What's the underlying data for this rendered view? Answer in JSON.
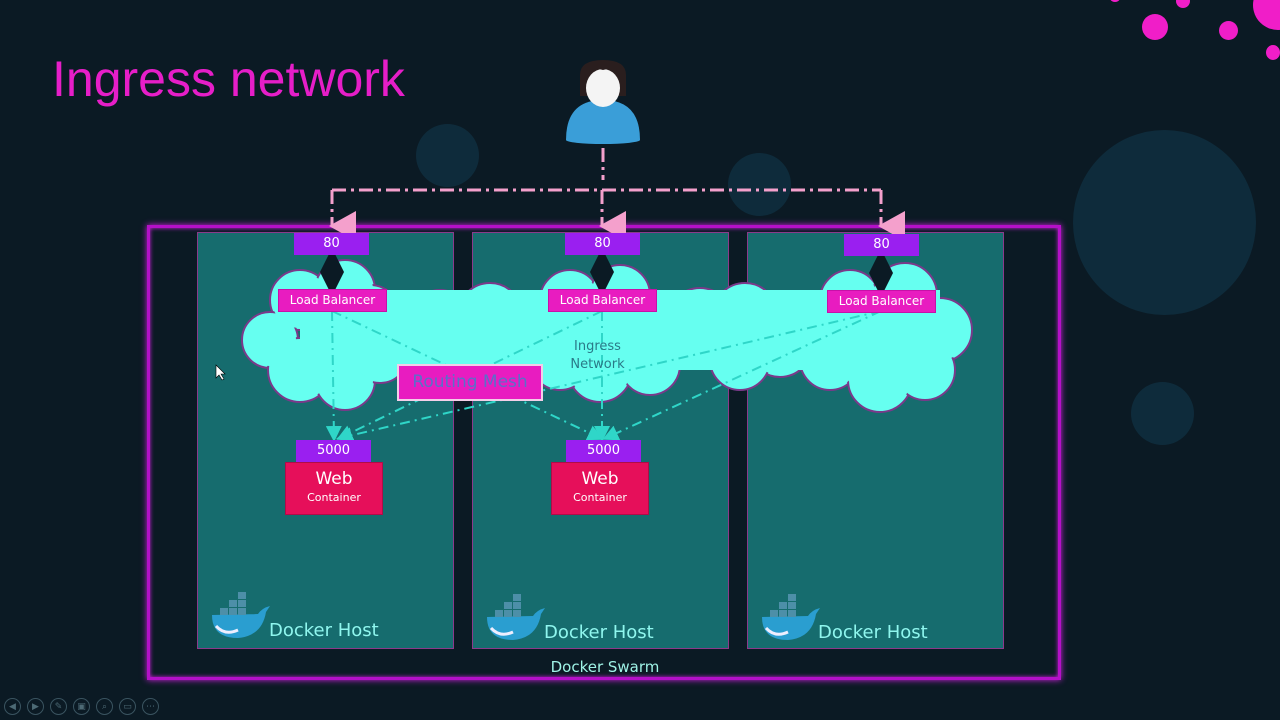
{
  "slide": {
    "title": "Ingress network",
    "accent_color": "#e61ec8"
  },
  "diagram": {
    "user": {
      "icon": "user-icon"
    },
    "swarm_label": "Docker Swarm",
    "ingress_label_line1": "Ingress",
    "ingress_label_line2": "Network",
    "routing_mesh_label": "Routing Mesh",
    "hosts": [
      {
        "label": "Docker Host",
        "published_port": "80",
        "load_balancer": "Load Balancer",
        "container": {
          "port": "5000",
          "name": "Web",
          "type": "Container"
        }
      },
      {
        "label": "Docker Host",
        "published_port": "80",
        "load_balancer": "Load Balancer",
        "container": {
          "port": "5000",
          "name": "Web",
          "type": "Container"
        }
      },
      {
        "label": "Docker Host",
        "published_port": "80",
        "load_balancer": "Load Balancer",
        "container": null
      }
    ]
  },
  "toolbar": {
    "buttons": [
      {
        "name": "previous",
        "glyph": "◀"
      },
      {
        "name": "next",
        "glyph": "▶"
      },
      {
        "name": "pen",
        "glyph": "✎"
      },
      {
        "name": "slides",
        "glyph": "▣"
      },
      {
        "name": "zoom",
        "glyph": "⌕"
      },
      {
        "name": "subtitles",
        "glyph": "▭"
      },
      {
        "name": "more",
        "glyph": "⋯"
      }
    ]
  }
}
